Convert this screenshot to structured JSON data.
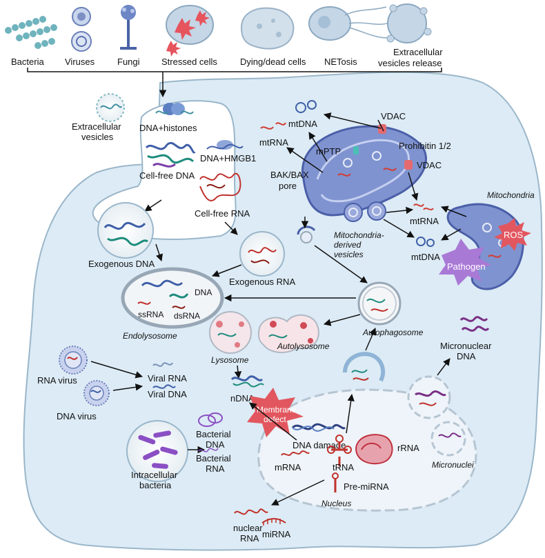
{
  "top_sources": [
    "Bacteria",
    "Viruses",
    "Fungi",
    "Stressed cells",
    "Dying/dead cells",
    "NETosis",
    "Extracellular",
    "vesicles release"
  ],
  "extracellular": {
    "vesicles_l1": "Extracellular",
    "vesicles_l2": "vesicles",
    "dna_histones": "DNA+histones",
    "dna_hmgb1": "DNA+HMGB1",
    "cell_free_dna": "Cell-free DNA",
    "cell_free_rna": "Cell-free RNA"
  },
  "endocytosis": {
    "exogenous_dna": "Exogenous DNA",
    "exogenous_rna": "Exogenous RNA",
    "dna": "DNA",
    "ssrna": "ssRNA",
    "dsrna": "dsRNA",
    "endolysosome": "Endolysosome",
    "lysosome": "Lysosome",
    "autolysosome": "Autolysosome",
    "autophagosome": "Autophagosome"
  },
  "mitochondria": {
    "mtdna_top": "mtDNA",
    "mtrna_top": "mtRNA",
    "vdac_top": "VDAC",
    "mptp": "mPTP",
    "prohibitin": "Prohibitin 1/2",
    "vdac_bottom": "VDAC",
    "bax_l1": "BAK/BAX",
    "bax_l2": "pore",
    "mdv_l1": "Mitochondria-",
    "mdv_l2": "derived",
    "mdv_l3": "vesicles",
    "mtrna_right": "mtRNA",
    "mtdna_right": "mtDNA",
    "mitochondria_label": "Mitochondria",
    "ros": "ROS",
    "pathogen": "Pathogen"
  },
  "pathogens": {
    "rna_virus": "RNA virus",
    "dna_virus": "DNA virus",
    "viral_rna": "Viral RNA",
    "viral_dna": "Viral DNA",
    "intracellular_l1": "Intracellular",
    "intracellular_l2": "bacteria",
    "bacterial_dna_l1": "Bacterial",
    "bacterial_dna_l2": "DNA",
    "bacterial_rna_l1": "Bacterial",
    "bacterial_rna_l2": "RNA"
  },
  "nucleus": {
    "ndna": "nDNA",
    "membrane_l1": "Membrane",
    "membrane_l2": "defect",
    "dna_damage": "DNA damage",
    "mrna": "mRNA",
    "trna": "tRNA",
    "rrna": "rRNA",
    "pre_mirna": "Pre-miRNA",
    "nucleus_label": "Nucleus",
    "nuclear_rna_l1": "nuclear",
    "nuclear_rna_l2": "RNA",
    "mirna": "miRNA",
    "micronuclear_l1": "Micronuclear",
    "micronuclear_l2": "DNA",
    "micronuclei": "Micronuclei"
  }
}
